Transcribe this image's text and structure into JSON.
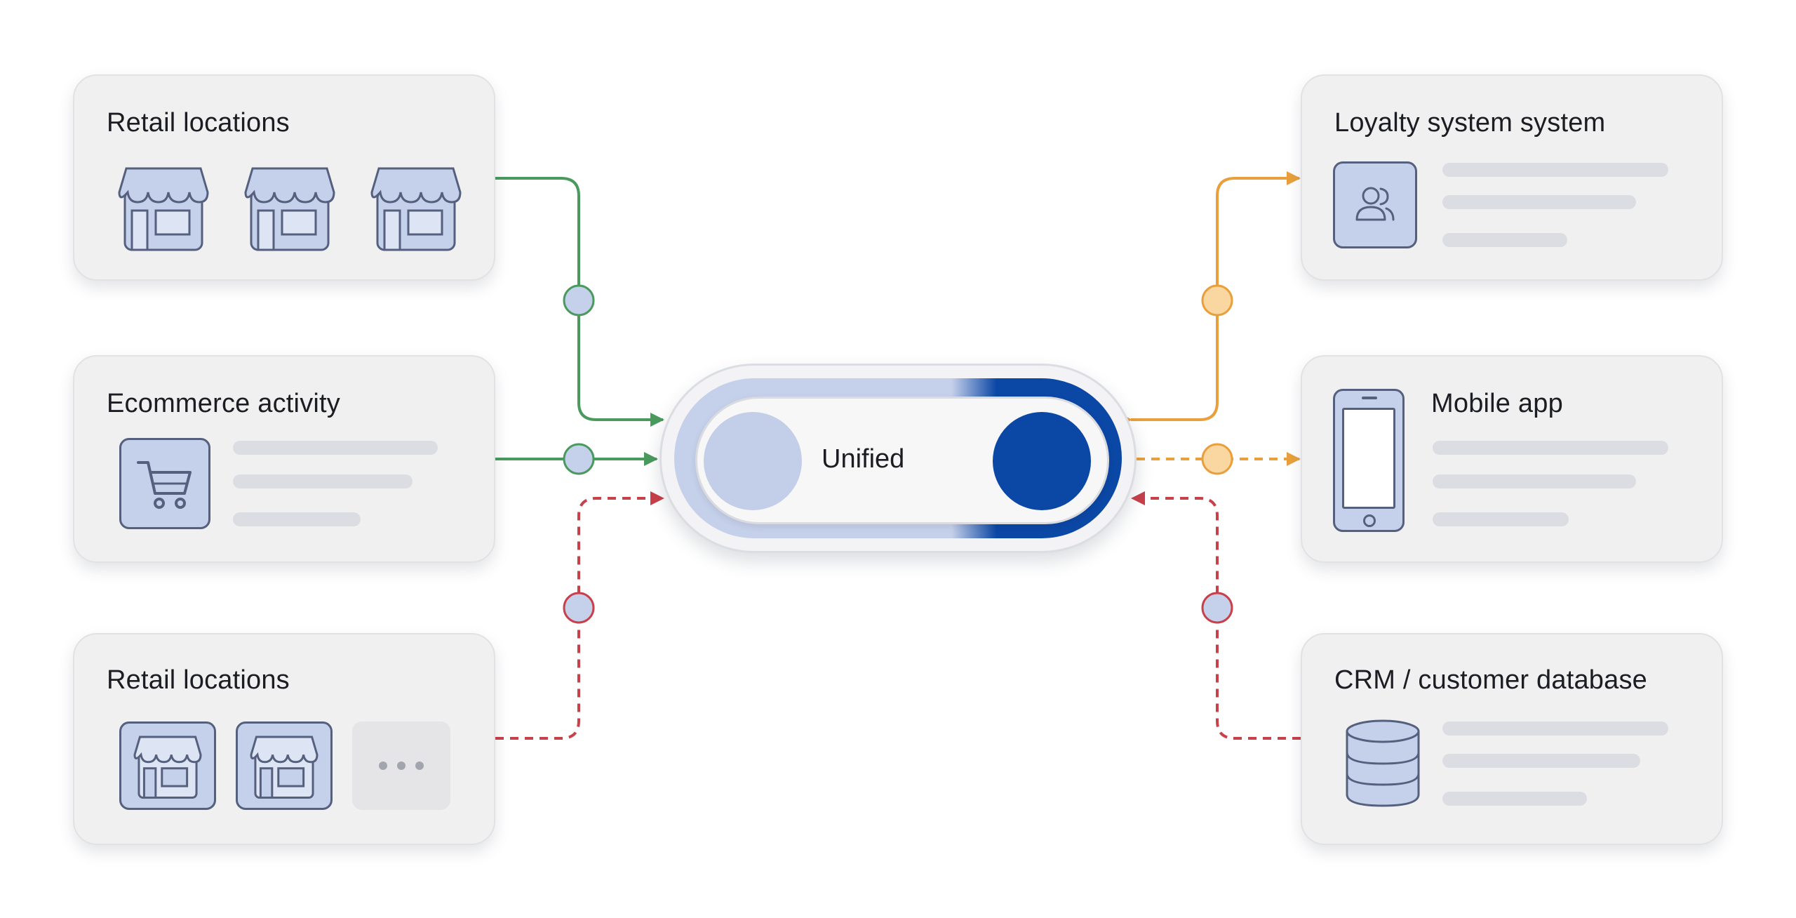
{
  "sources": {
    "retail_top": {
      "title": "Retail locations"
    },
    "ecommerce": {
      "title": "Ecommerce activity"
    },
    "retail_bottom": {
      "title": "Retail locations"
    }
  },
  "destinations": {
    "loyalty": {
      "title": "Loyalty system system"
    },
    "mobile": {
      "title": "Mobile app"
    },
    "crm": {
      "title": "CRM / customer database"
    }
  },
  "hub": {
    "label": "Unified"
  },
  "icons": {
    "store": "store-icon",
    "cart": "shopping-cart-icon",
    "more": "more-dots-icon",
    "users": "users-icon",
    "phone": "smartphone-icon",
    "database": "database-icon"
  },
  "colors": {
    "green": "#4a9a5e",
    "orange": "#e9a03c",
    "red": "#c8404a",
    "blue_dark": "#0b47a5",
    "blue_light": "#c5d0ea",
    "card": "#f0f0f1"
  }
}
